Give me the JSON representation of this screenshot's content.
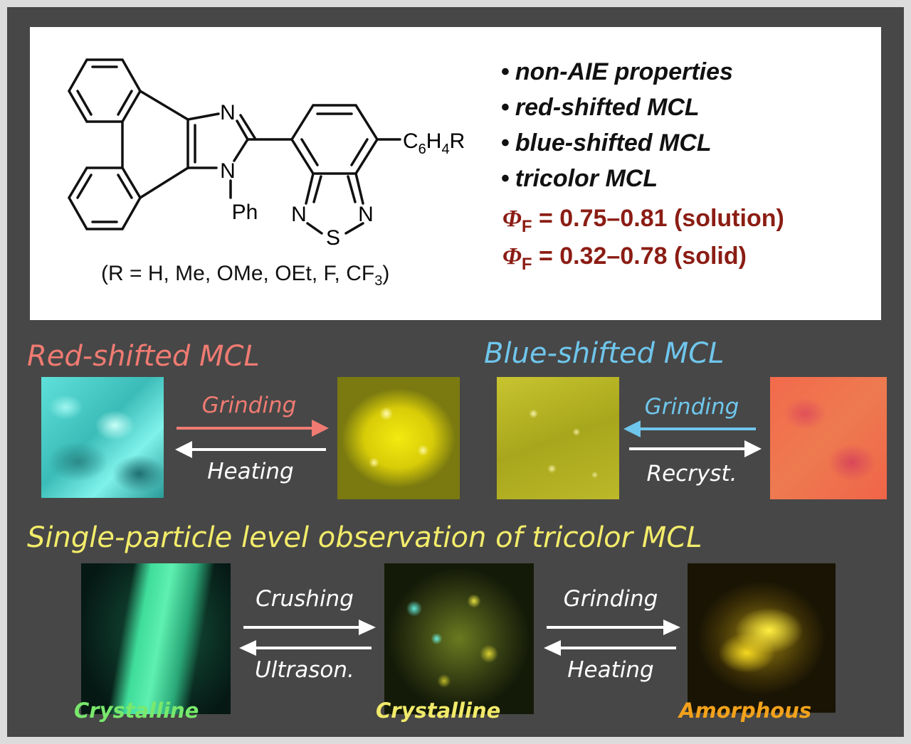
{
  "structure": {
    "atoms": {
      "N1": "N",
      "N2": "N",
      "Ph": "Ph",
      "N3": "N",
      "N4": "N",
      "S": "S"
    },
    "substituent": {
      "C": "C",
      "c_sub": "6",
      "H": "H",
      "h_sub": "4",
      "R": "R"
    },
    "r_groups": {
      "prefix": "(R = H, Me, OMe, OEt, F, CF",
      "sub": "3",
      "suffix": ")"
    }
  },
  "properties": [
    "non-AIE properties",
    "red-shifted MCL",
    "blue-shifted MCL",
    "tricolor MCL"
  ],
  "bullet_symbol": "•",
  "quantum_yield": {
    "symbol": "Φ",
    "sub": "F",
    "solution": "= 0.75–0.81 (solution)",
    "solid": "= 0.32–0.78 (solid)"
  },
  "sections": {
    "red": {
      "title": "Red-shifted MCL",
      "color": "#f07b72",
      "forward": "Grinding",
      "reverse": "Heating"
    },
    "blue": {
      "title": "Blue-shifted MCL",
      "color": "#6fc6ec",
      "forward": "Grinding",
      "reverse": "Recryst."
    },
    "single": {
      "title": "Single-particle level observation of tricolor MCL",
      "color": "#f3ec6a",
      "step1_forward": "Crushing",
      "step1_reverse": "Ultrason.",
      "step2_forward": "Grinding",
      "step2_reverse": "Heating",
      "captions": [
        {
          "text": "Crystalline",
          "color": "#79e86c"
        },
        {
          "text": "Crystalline",
          "color": "#f1ea6a"
        },
        {
          "text": "Amorphous",
          "color": "#f3a21c"
        }
      ]
    }
  },
  "colors": {
    "background": "#474747",
    "panel": "#ffffff",
    "quantum_yield": "#8b1d14",
    "arrow_white": "#ffffff"
  }
}
